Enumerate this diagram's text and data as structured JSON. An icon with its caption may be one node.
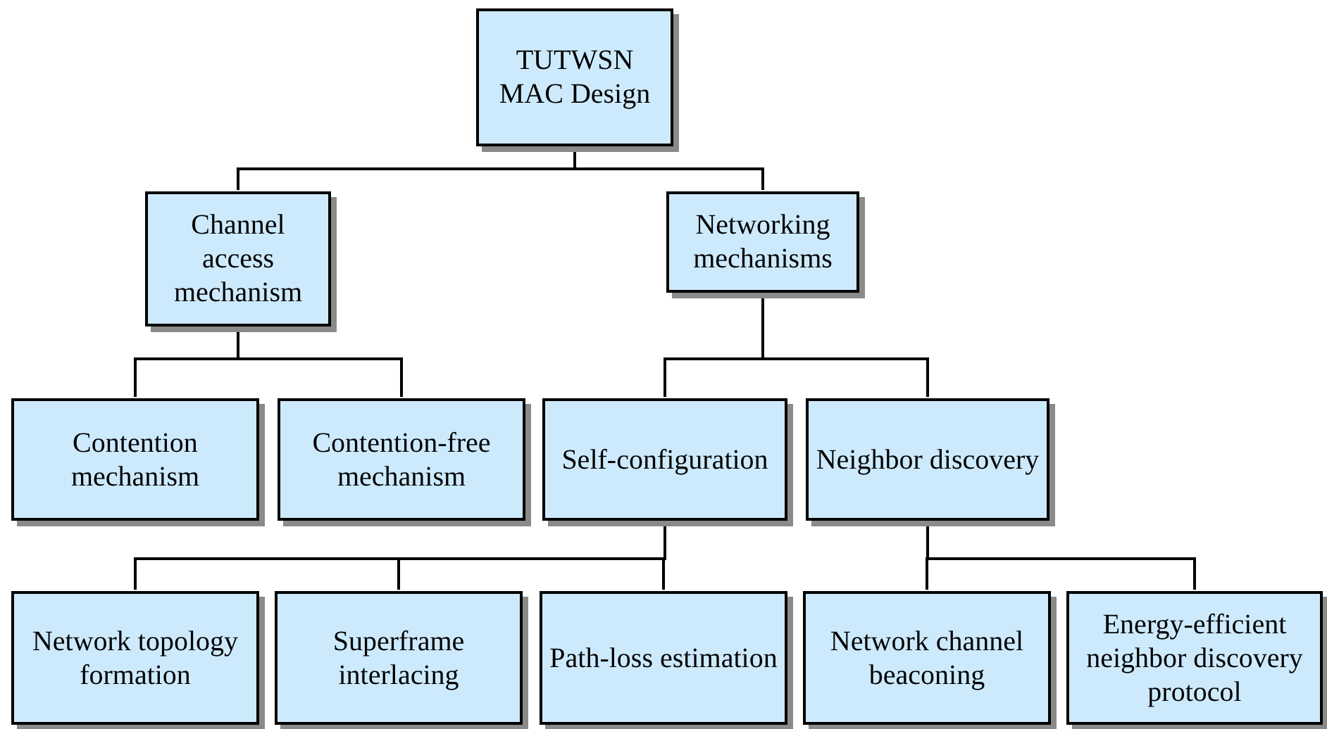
{
  "diagram": {
    "nodes": [
      {
        "text": [
          "TUTWSN MAC Design"
        ]
      },
      {
        "text": [
          "Channel access mechanism"
        ]
      },
      {
        "text": [
          "Networking mechanisms"
        ]
      },
      {
        "text": [
          "Contention mechanism"
        ]
      },
      {
        "text": [
          "Contention-free mechanism"
        ]
      },
      {
        "text": [
          "Self-configuration"
        ]
      },
      {
        "text": [
          "Neighbor discovery"
        ]
      },
      {
        "text": [
          "Network topology formation"
        ]
      },
      {
        "text": [
          "Superframe interlacing"
        ]
      },
      {
        "text": [
          "Path-loss estimation"
        ]
      },
      {
        "text": [
          "Network channel beaconing"
        ]
      },
      {
        "text": [
          "Energy-efficient neighbor discovery protocol"
        ]
      }
    ],
    "edges": [
      {
        "from": 0,
        "to": 1,
        "arrow": "none"
      },
      {
        "from": 0,
        "to": 2,
        "arrow": "none"
      },
      {
        "from": 1,
        "to": 3,
        "arrow": "none"
      },
      {
        "from": 1,
        "to": 4,
        "arrow": "none"
      },
      {
        "from": 2,
        "to": 5,
        "arrow": "none"
      },
      {
        "from": 2,
        "to": 6,
        "arrow": "none"
      },
      {
        "from": 5,
        "to": 7,
        "arrow": "none"
      },
      {
        "from": 5,
        "to": 8,
        "arrow": "none"
      },
      {
        "from": 5,
        "to": 9,
        "arrow": "none"
      },
      {
        "from": 6,
        "to": 10,
        "arrow": "none"
      },
      {
        "from": 6,
        "to": 11,
        "arrow": "none"
      }
    ]
  }
}
